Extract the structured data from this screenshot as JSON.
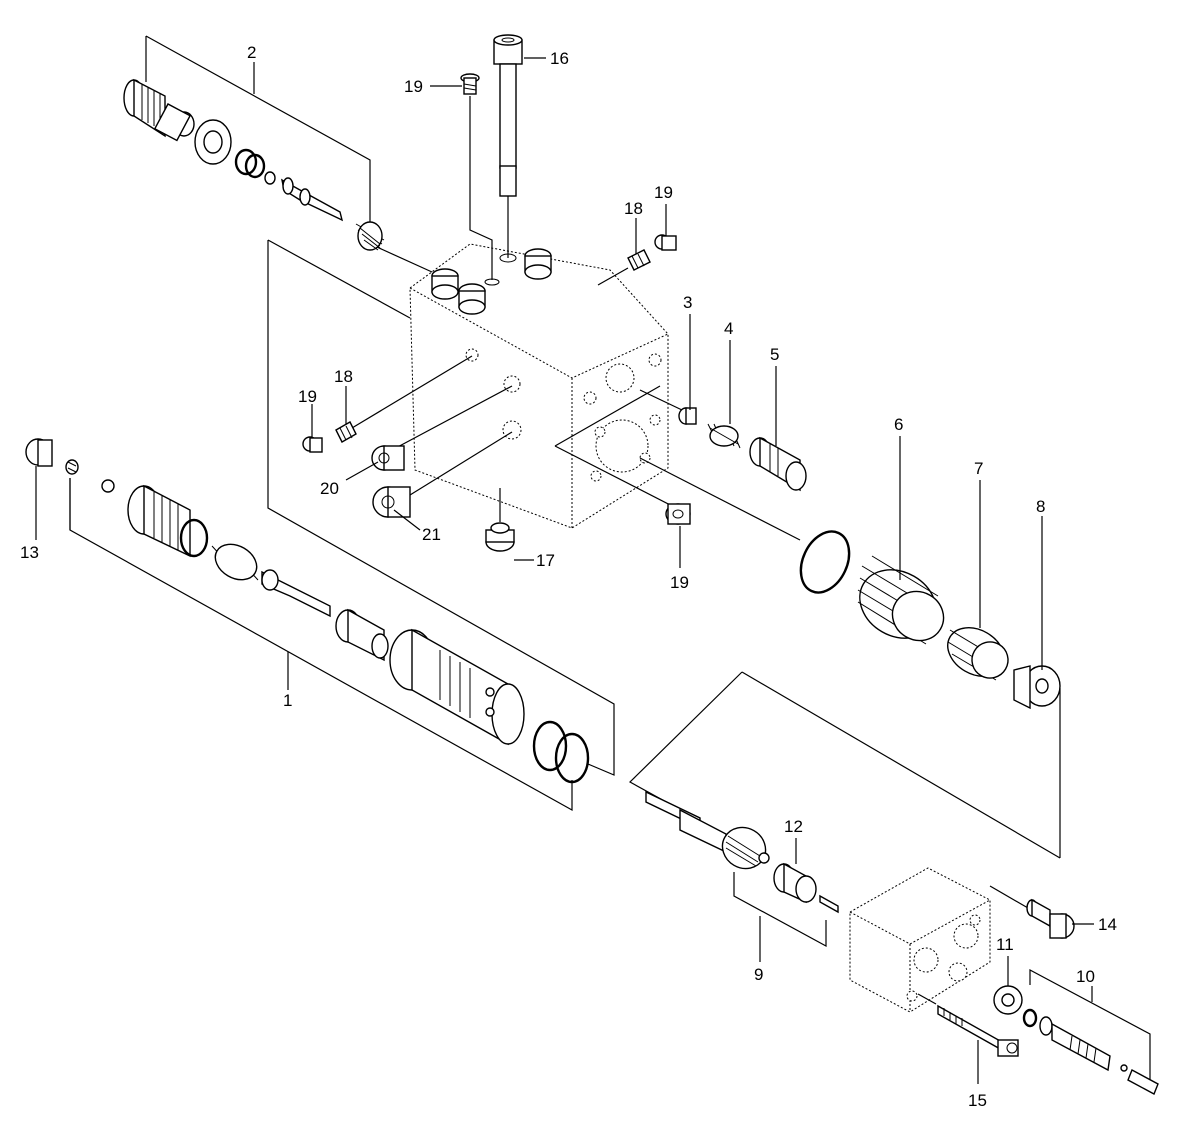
{
  "callouts": {
    "c1": "1",
    "c2": "2",
    "c3": "3",
    "c4": "4",
    "c5": "5",
    "c6": "6",
    "c7": "7",
    "c8": "8",
    "c9": "9",
    "c10": "10",
    "c11": "11",
    "c12": "12",
    "c13": "13",
    "c14": "14",
    "c15": "15",
    "c16": "16",
    "c17": "17",
    "c18a": "18",
    "c18b": "18",
    "c19a": "19",
    "c19b": "19",
    "c19c": "19",
    "c19d": "19",
    "c20": "20",
    "c21": "21"
  }
}
